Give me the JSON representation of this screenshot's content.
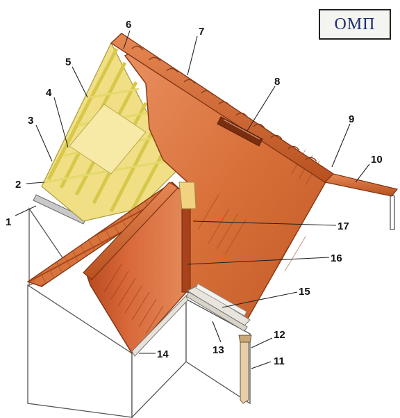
{
  "badge": {
    "text": "ОМП"
  },
  "callouts": [
    "1",
    "2",
    "3",
    "4",
    "5",
    "6",
    "7",
    "8",
    "9",
    "10",
    "11",
    "12",
    "13",
    "14",
    "15",
    "16",
    "17"
  ],
  "colors": {
    "roof_tile": "#d9703a",
    "roof_tile_dark": "#b84a1e",
    "ridge": "#c75a28",
    "insulation": "#f2e08a",
    "rafter": "#e8e070",
    "wall_line": "#555555",
    "badge_text": "#1c2e6e"
  }
}
